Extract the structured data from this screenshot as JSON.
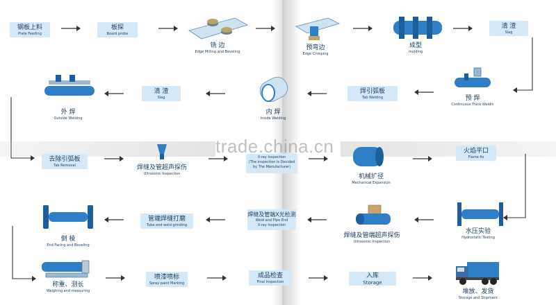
{
  "steps": {
    "plate_feeding": {
      "zh": "钢板上料",
      "en": "Plate Feeding"
    },
    "board_probe": {
      "zh": "板探",
      "en": "Board probe"
    },
    "edge_milling": {
      "zh": "铣 边",
      "en": "Edge Milling and Beveling"
    },
    "edge_crimping": {
      "zh": "预弯边",
      "en": "Edge Crimping"
    },
    "molding": {
      "zh": "成型",
      "en": "molding"
    },
    "slag_1": {
      "zh": "清 渣",
      "en": "Slag"
    },
    "continuous_track": {
      "zh": "预 焊",
      "en": "Continuous Track Weldin"
    },
    "tab_welding": {
      "zh": "焊引弧板",
      "en": "Tab Welding"
    },
    "inside_welding": {
      "zh": "内 焊",
      "en": "Inside Welding"
    },
    "slag_2": {
      "zh": "清 渣",
      "en": "Slag"
    },
    "outside_welding": {
      "zh": "外 焊",
      "en": "Outside Welding"
    },
    "tab_removal": {
      "zh": "去除引弧板",
      "en": "Tab Removal"
    },
    "ultrasonic_1": {
      "zh": "焊缝及管超声探伤",
      "en": "Ultrasonic Inspection"
    },
    "xray_1": {
      "en1": "X-ray Inspection",
      "en2": "(The inspection is Decided",
      "en3": "by The Manufacturer)"
    },
    "mechanical_expansion": {
      "zh": "机械扩径",
      "en": "Mechanical Expansion"
    },
    "flame_fix": {
      "zh": "火焰平口",
      "en": "Flame fix"
    },
    "hydrostatic": {
      "zh": "水压实验",
      "en": "Hydrostatic Testing"
    },
    "ultrasonic_2": {
      "zh": "焊缝及管端超声探伤",
      "en": "Ultrasonic Inspection"
    },
    "xray_2": {
      "zh": "焊缝及管端X光检测",
      "en1": "Weld and Pipe End",
      "en2": "X-ray Inspection"
    },
    "tube_grinding": {
      "zh": "管端焊缝打磨",
      "en": "Tube end weld grinding"
    },
    "end_facing": {
      "zh": "倒 棱",
      "en": "End Facing and Beveling"
    },
    "weighing": {
      "zh": "称重、测长",
      "en": "Weighing and measuring"
    },
    "spray_paint": {
      "zh": "喷漆喷标",
      "en": "Spray paint  Marking"
    },
    "final_inspection": {
      "zh": "成品检查",
      "en": "Final Inspection"
    },
    "storage": {
      "zh": "入库",
      "en": "Storage"
    },
    "shipment": {
      "zh": "堆放、发货",
      "en": "Storage and Shipment"
    }
  },
  "watermark": "trade.china.cn",
  "colors": {
    "box_fill": "#d5e8f7",
    "text": "#1c3f66",
    "machine_blue": "#2f7fc7",
    "arrow": "#333333"
  }
}
